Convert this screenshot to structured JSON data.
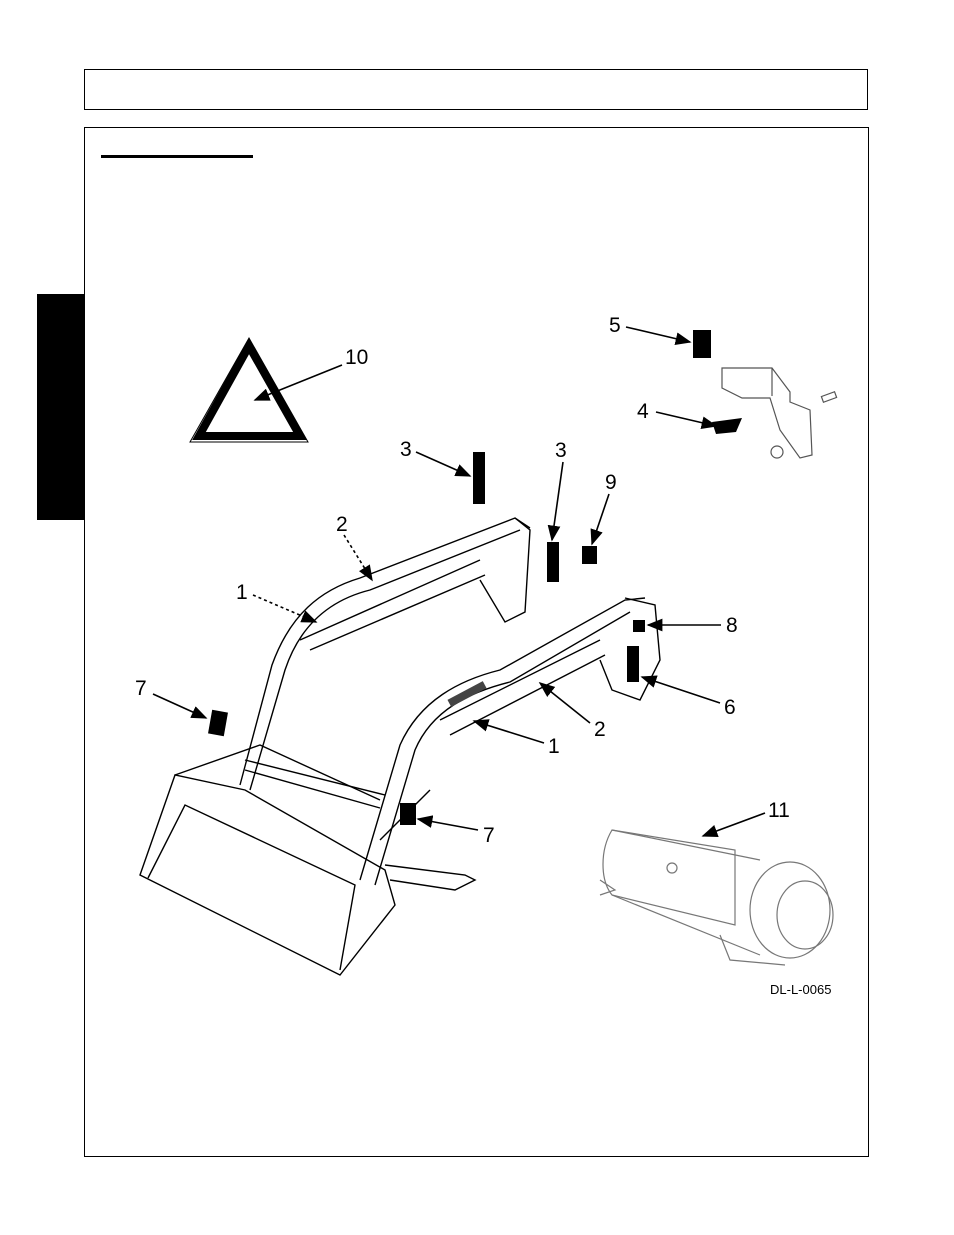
{
  "callouts": {
    "c10": "10",
    "c5": "5",
    "c4": "4",
    "c3a": "3",
    "c3b": "3",
    "c9": "9",
    "c2a": "2",
    "c1a": "1",
    "c8": "8",
    "c6": "6",
    "c7a": "7",
    "c2b": "2",
    "c1b": "1",
    "c7b": "7",
    "c11": "11"
  },
  "figure_ref": "DL-L-0065",
  "icons": [
    "smv-triangle-icon"
  ]
}
